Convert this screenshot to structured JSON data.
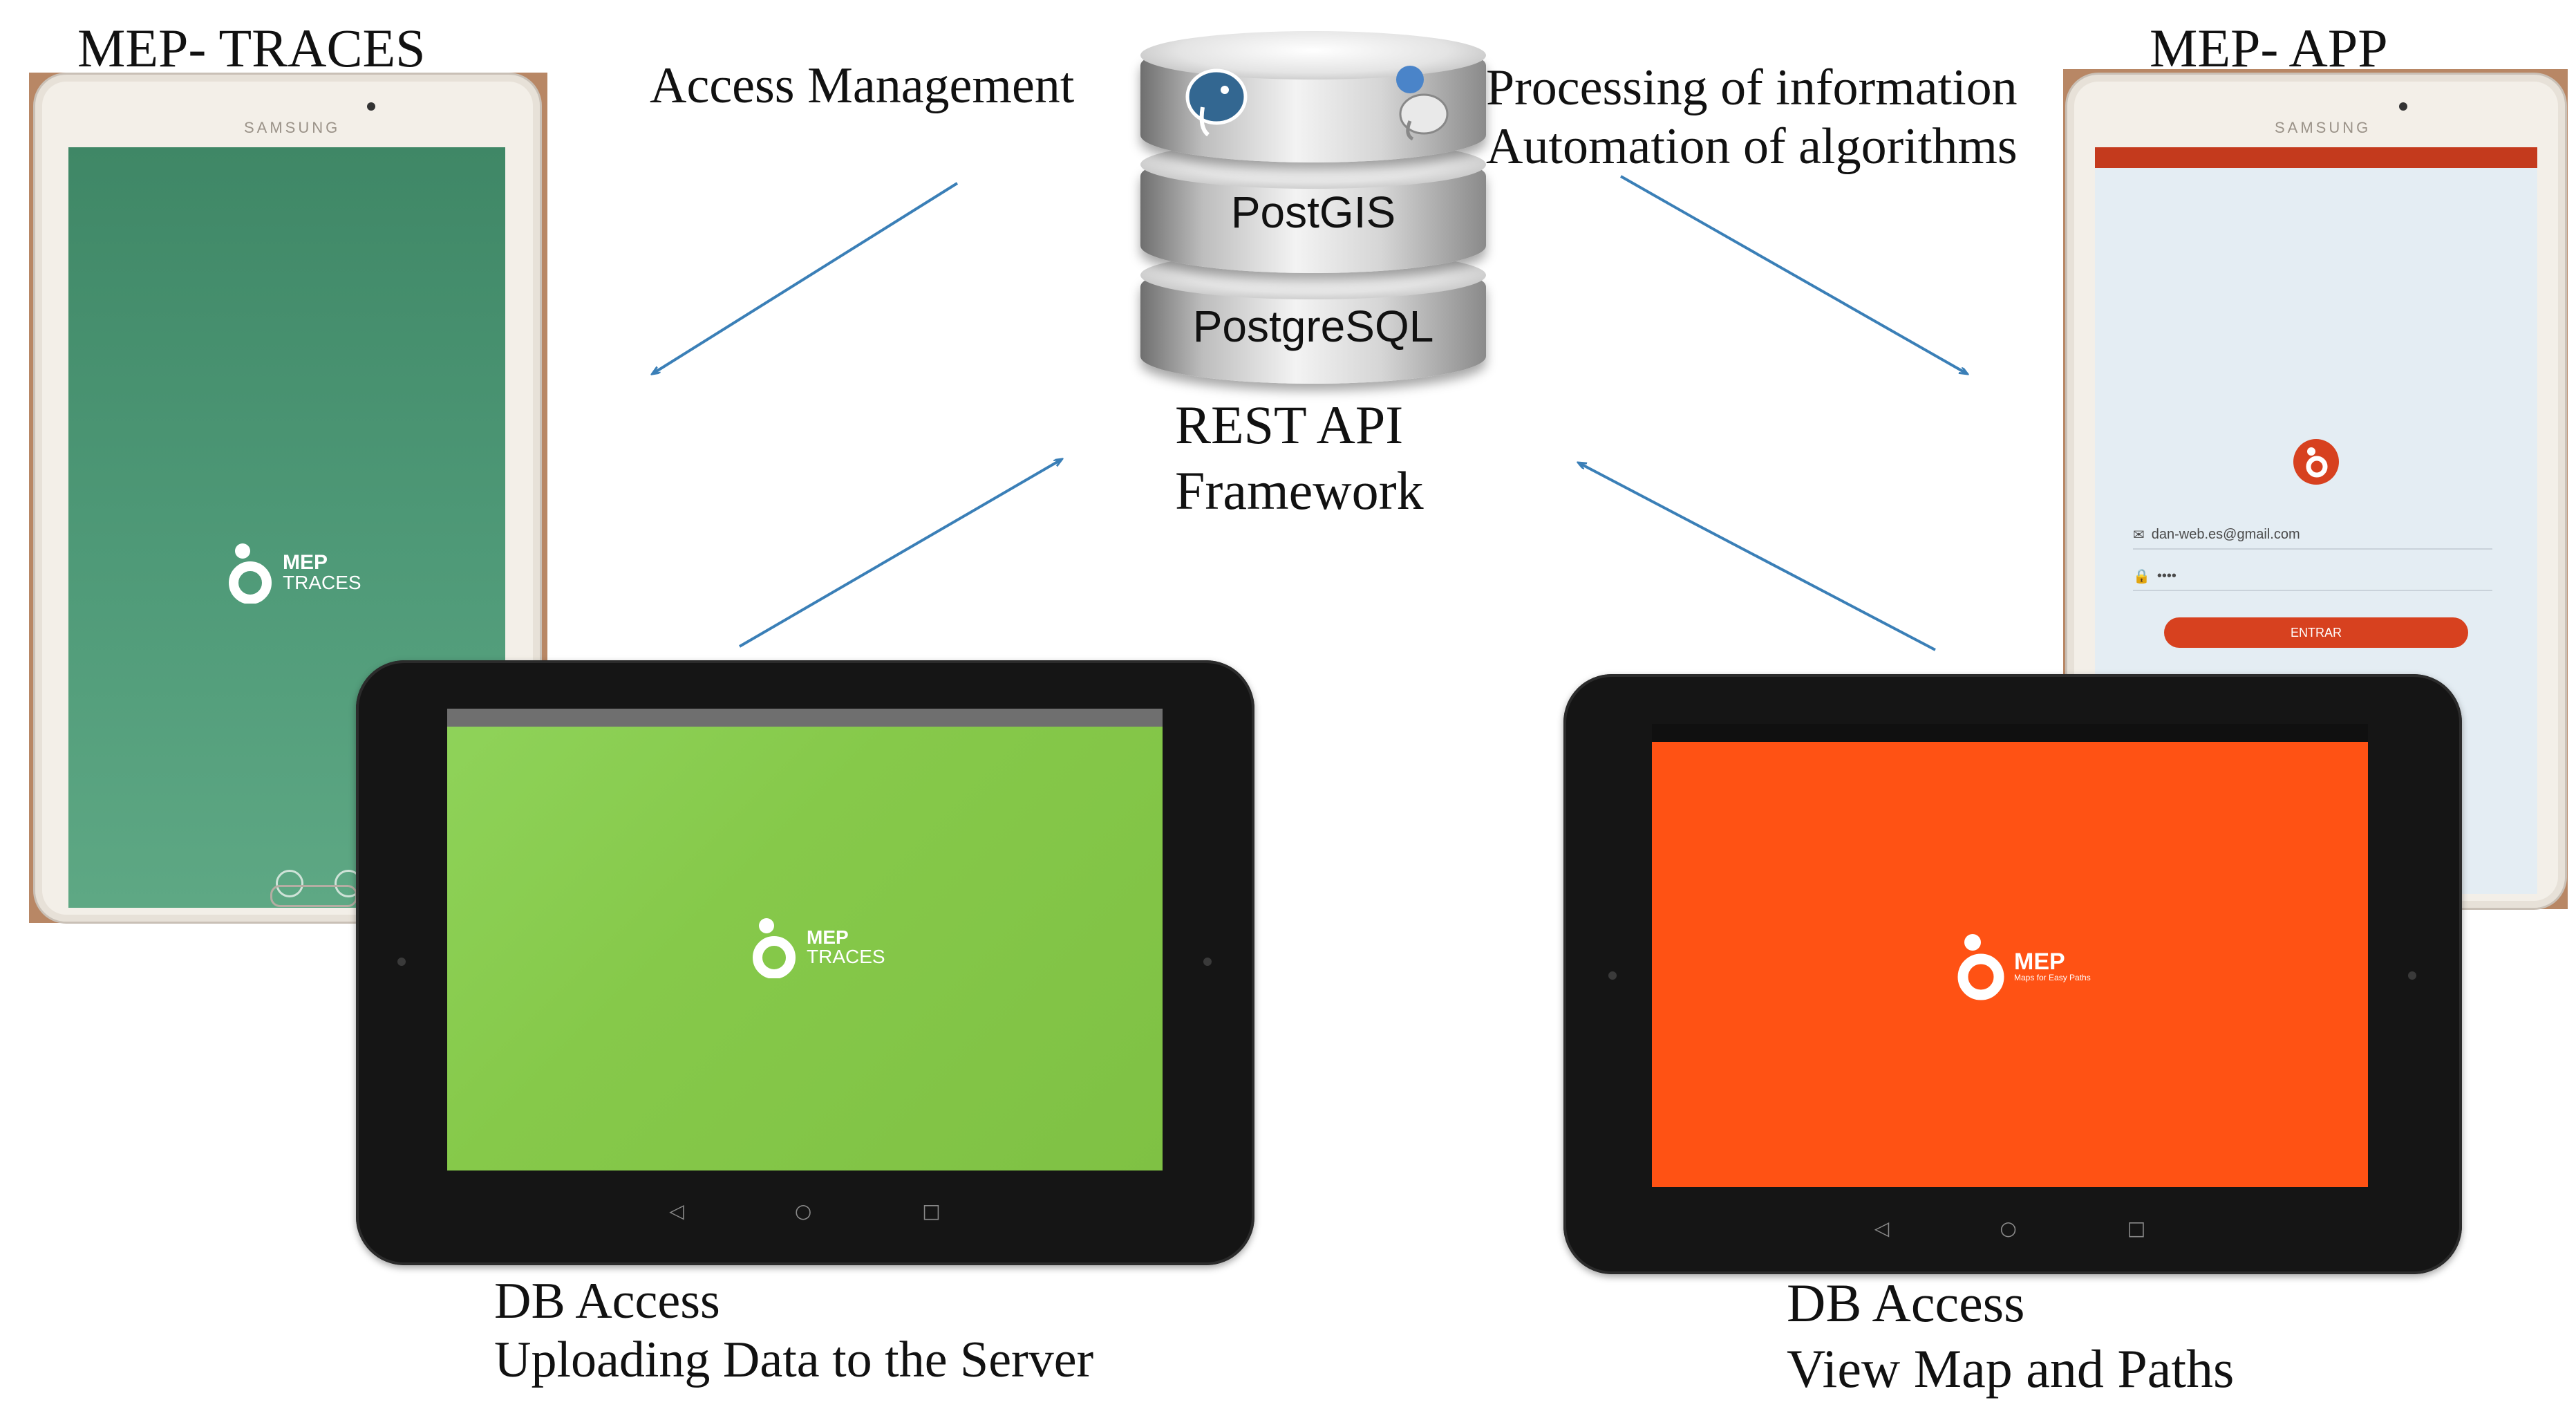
{
  "labels": {
    "mep_traces_title": "MEP- TRACES",
    "mep_app_title": "MEP- APP",
    "access_management": "Access Management",
    "processing_line1": "Processing of information",
    "processing_line2": "Automation of algorithms",
    "rest_api_line1": "REST API",
    "rest_api_line2": "Framework",
    "left_db_access": "DB Access",
    "left_uploading": "Uploading Data to the Server",
    "right_db_access": "DB Access",
    "right_view_map": "View Map and Paths"
  },
  "database": {
    "layers": [
      "PostGIS",
      "PostgreSQL"
    ],
    "top_icons": [
      "elephant-icon",
      "globe-elephant-icon"
    ]
  },
  "devices": {
    "phone_brand": "SAMSUNG",
    "traces_logo_main": "MEP",
    "traces_logo_sub": "TRACES",
    "app_logo_main": "MEP",
    "app_logo_sub": "Maps for Easy Paths",
    "login_email": "dan-web.es@gmail.com",
    "login_password": "••••",
    "login_button": "ENTRAR",
    "nav_back": "◁",
    "nav_home": "○",
    "nav_recent": "□"
  },
  "colors": {
    "traces_green_screen": "#4f9a78",
    "traces_tablet_green": "#86c94a",
    "app_orange": "#ff5214",
    "arrow": "#3a7fb7"
  }
}
